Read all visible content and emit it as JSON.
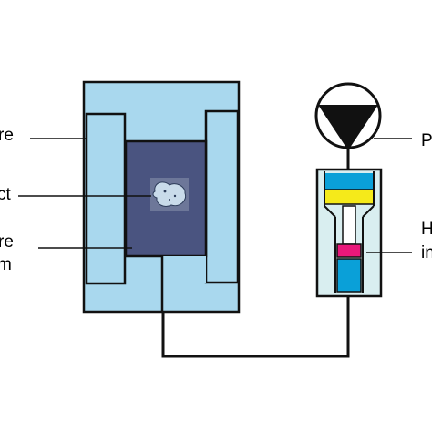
{
  "labels": {
    "left_1": "re",
    "left_2": "ct",
    "left_3_line1": "re",
    "left_3_line2": "m",
    "right_1": "P",
    "right_2_line1": "H",
    "right_2_line2": "in"
  },
  "colors": {
    "light_blue": "#a9d8ee",
    "pressure_medium": "#4a5480",
    "cylinder_body": "#d9eef0",
    "cylinder_blue": "#0aa0d8",
    "yellow_plate": "#f5ea1a",
    "magenta_seal": "#e8187a",
    "outline": "#111111"
  },
  "icons": {
    "pump": "funnel-triangle-icon",
    "specimen": "sample-blob-icon"
  }
}
